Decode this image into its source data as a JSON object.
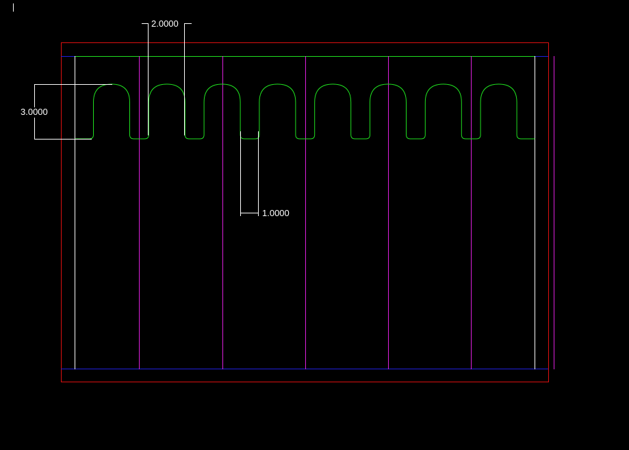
{
  "drawing": {
    "colors": {
      "background": "#000000",
      "border": "#e01010",
      "frame": "#2020e0",
      "sides": "#ffffff",
      "profile": "#20e020",
      "dividers": "#e020e0",
      "dimension": "#ffffff"
    },
    "slot_count": 8,
    "dimensions": {
      "slot_width": "2.0000",
      "depth": "3.0000",
      "gap": "1.0000"
    }
  }
}
